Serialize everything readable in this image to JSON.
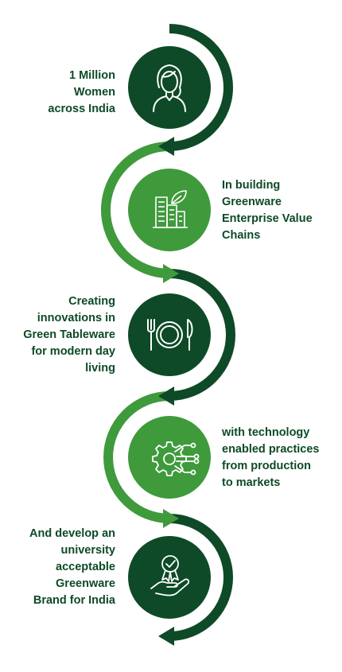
{
  "steps": [
    {
      "text": "1 Million\nWomen\nacross India",
      "icon": "woman-icon",
      "side": "left",
      "color": "#0e4a27"
    },
    {
      "text": "In building\nGreenware\nEnterprise Value\nChains",
      "icon": "buildings-leaf-icon",
      "side": "right",
      "color": "#3f9a3c"
    },
    {
      "text": "Creating\ninnovations in\nGreen Tableware\nfor modern day\nliving",
      "icon": "plate-cutlery-icon",
      "side": "left",
      "color": "#0e4a27"
    },
    {
      "text": "with technology\nenabled practices\nfrom production\nto markets",
      "icon": "gear-circuit-icon",
      "side": "right",
      "color": "#3f9a3c"
    },
    {
      "text": "And develop an\nuniversity\nacceptable\nGreenware\nBrand for India",
      "icon": "hand-award-icon",
      "side": "left",
      "color": "#0e4a27"
    }
  ],
  "colors": {
    "dark_green": "#0e4a27",
    "light_green": "#3f9a3c",
    "text": "#0d4a26"
  }
}
